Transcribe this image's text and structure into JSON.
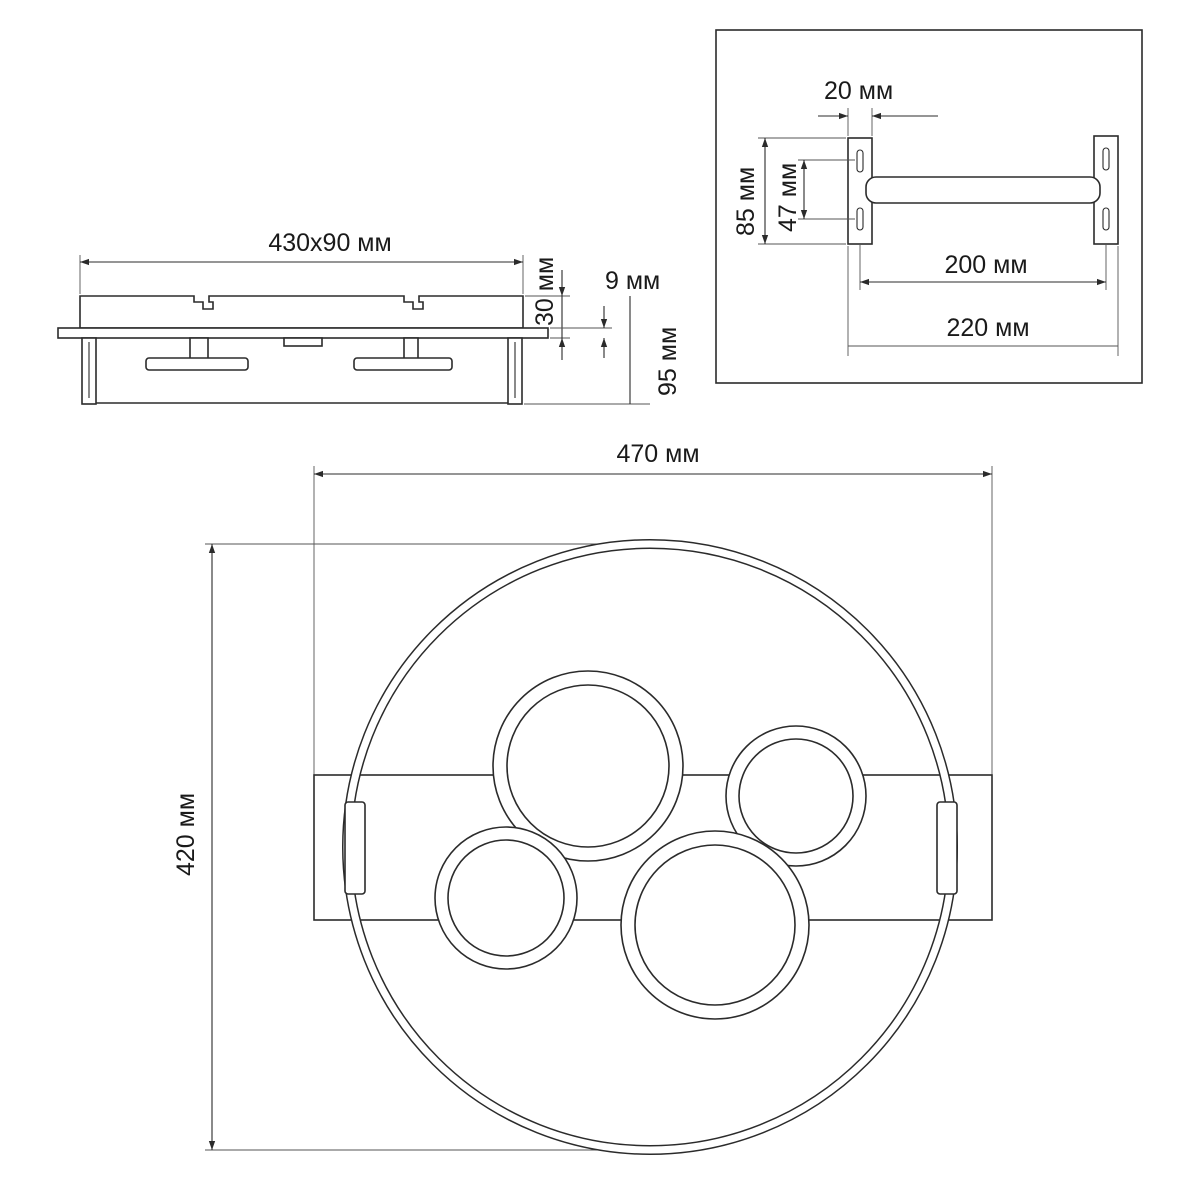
{
  "side_view": {
    "width_label": "430x90 мм",
    "thickness_label": "30 мм",
    "gap_label": "9 мм",
    "height_label": "95 мм"
  },
  "bracket_view": {
    "slot_width_label": "20 мм",
    "outer_height_label": "85 мм",
    "slot_spacing_label": "47 мм",
    "inner_length_label": "200 мм",
    "outer_length_label": "220 мм"
  },
  "top_view": {
    "width_label": "470 мм",
    "height_label": "420 мм"
  },
  "colors": {
    "line": "#2b2b2b",
    "background": "#ffffff"
  }
}
